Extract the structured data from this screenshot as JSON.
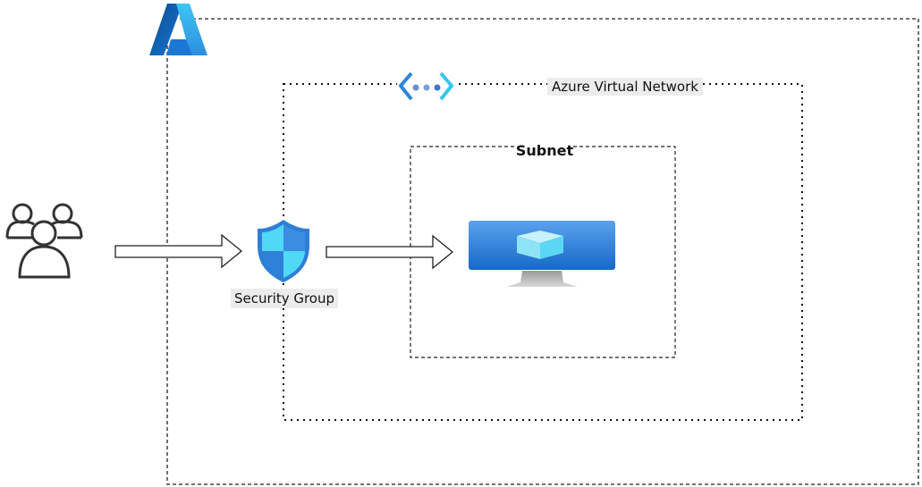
{
  "diagram": {
    "labels": {
      "vnet": "Azure Virtual Network",
      "subnet": "Subnet",
      "security_group": "Security Group"
    },
    "icons": {
      "cloud": "azure-logo-icon",
      "vnet": "virtual-network-icon",
      "users": "users-icon",
      "security_group": "shield-icon",
      "vm": "virtual-machine-icon"
    },
    "colors": {
      "azure_dark": "#0a5aa8",
      "azure_light": "#3cb4ec",
      "shield_dark": "#2d7fd6",
      "shield_light": "#50d8f7",
      "vm_screen": "#2f86df",
      "label_bg": "#ececec"
    }
  }
}
